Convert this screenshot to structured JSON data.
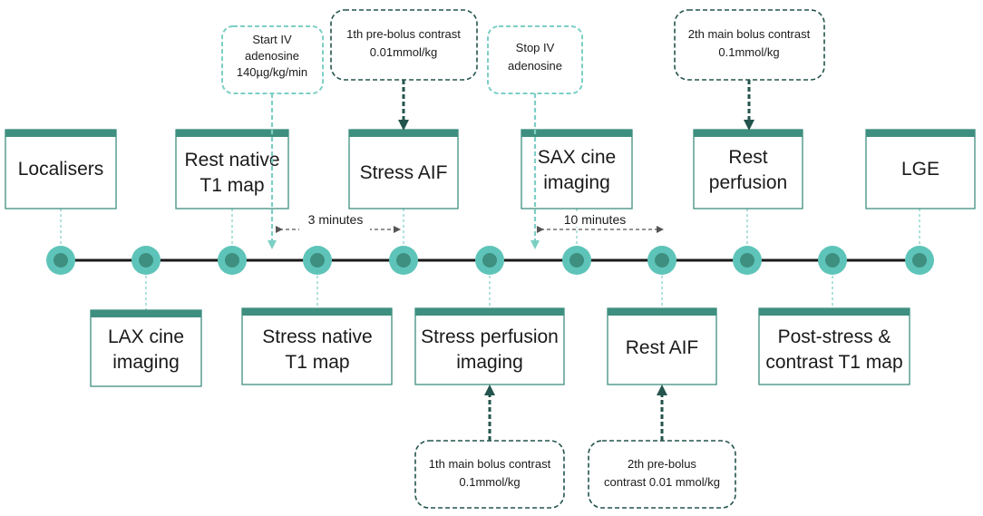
{
  "colors": {
    "teal_dark": "#3e8f80",
    "teal_light": "#5ec4b9",
    "teal_dotted": "#7ccfc4",
    "dark_green": "#23544d",
    "timeline": "#1a1a1a",
    "text": "#1a1a1a"
  },
  "steps": [
    {
      "lines": [
        "Localisers"
      ]
    },
    {
      "lines": [
        "LAX cine",
        "imaging"
      ]
    },
    {
      "lines": [
        "Rest native",
        "T1 map"
      ]
    },
    {
      "lines": [
        "Stress native",
        "T1 map"
      ]
    },
    {
      "lines": [
        "Stress AIF"
      ]
    },
    {
      "lines": [
        "Stress perfusion",
        "imaging"
      ]
    },
    {
      "lines": [
        "SAX cine",
        "imaging"
      ]
    },
    {
      "lines": [
        "Rest AIF"
      ]
    },
    {
      "lines": [
        "Rest",
        "perfusion"
      ]
    },
    {
      "lines": [
        "Post-stress &",
        "contrast T1 map"
      ]
    },
    {
      "lines": [
        "LGE"
      ]
    }
  ],
  "callouts": [
    {
      "lines": [
        "Start IV",
        "adenosine",
        "140µg/kg/min"
      ],
      "style": "light"
    },
    {
      "lines": [
        "1th pre-bolus contrast",
        "0.01mmol/kg"
      ],
      "style": "dark"
    },
    {
      "lines": [
        "Stop IV",
        "adenosine"
      ],
      "style": "light"
    },
    {
      "lines": [
        "2th main bolus contrast",
        "0.1mmol/kg"
      ],
      "style": "dark"
    },
    {
      "lines": [
        "1th main bolus contrast",
        "0.1mmol/kg"
      ],
      "style": "dark"
    },
    {
      "lines": [
        "2th pre-bolus",
        "contrast 0.01 mmol/kg"
      ],
      "style": "dark"
    }
  ],
  "intervals": [
    {
      "label": "3 minutes"
    },
    {
      "label": "10 minutes"
    }
  ]
}
